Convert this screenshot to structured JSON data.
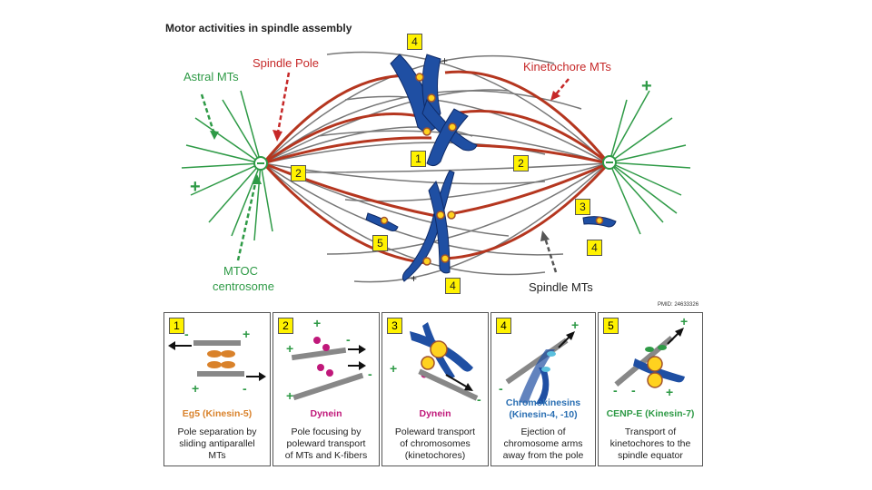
{
  "title": "Motor activities in spindle assembly",
  "labels": {
    "astral": "Astral MTs",
    "spindle_pole": "Spindle Pole",
    "kinetochore": "Kinetochore MTs",
    "mtoc_line1": "MTOC",
    "mtoc_line2": "centrosome",
    "spindle_mts": "Spindle MTs",
    "pmid": "PMID: 24633326"
  },
  "signs": {
    "plus": "+",
    "minus": "-"
  },
  "markers": [
    "4",
    "1",
    "2",
    "2",
    "3",
    "5",
    "4",
    "4"
  ],
  "panels": [
    {
      "num": "1",
      "motor": "Eg5 (Kinesin-5)",
      "motor_color": "#d9822b",
      "desc": [
        "Pole separation by",
        "sliding antiparallel",
        "MTs"
      ]
    },
    {
      "num": "2",
      "motor": "Dynein",
      "motor_color": "#c0187a",
      "desc": [
        "Pole focusing by",
        "poleward transport",
        "of MTs and K-fibers"
      ]
    },
    {
      "num": "3",
      "motor": "Dynein",
      "motor_color": "#c0187a",
      "desc": [
        "Poleward transport",
        "of chromosomes",
        "(kinetochores)"
      ]
    },
    {
      "num": "4",
      "motor": "Chromokinesins",
      "motor2": "(Kinesin-4, -10)",
      "motor_color": "#2a6fb3",
      "desc": [
        "Ejection of",
        "chromosome arms",
        "away from the pole"
      ]
    },
    {
      "num": "5",
      "motor": "CENP-E (Kinesin-7)",
      "motor_color": "#2e9a46",
      "desc": [
        "Transport of",
        "kinetochores to the",
        "spindle equator"
      ]
    }
  ],
  "colors": {
    "green": "#2e9a46",
    "red": "#c62828",
    "blue": "#1f4fa3",
    "yellow": "#fff200"
  }
}
